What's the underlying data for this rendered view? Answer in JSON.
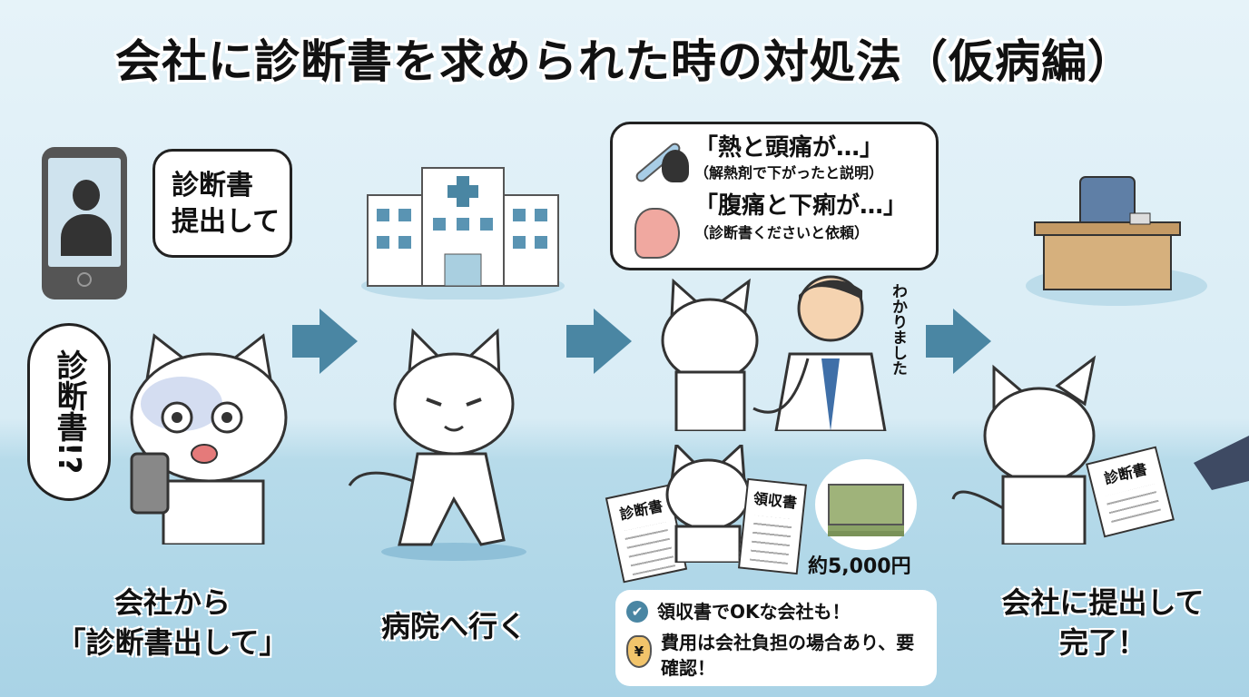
{
  "title": "会社に診断書を求められた時の対処法（仮病編）",
  "step1": {
    "phone_bubble": [
      "診断書",
      "提出して"
    ],
    "cat_bubble": "診断書!?",
    "caption": [
      "会社から",
      "「診断書出して」"
    ]
  },
  "step2": {
    "caption": "病院へ行く"
  },
  "step3": {
    "speech": [
      {
        "quote": "「熱と頭痛が…」",
        "note": "（解熱剤で下がったと説明）"
      },
      {
        "quote": "「腹痛と下痢が…」",
        "note": "（診断書くださいと依頼）"
      }
    ],
    "doctor": "わかりました",
    "doc_label": "診断書",
    "receipt_label": "領収書",
    "cost": "約5,000円",
    "tips": [
      {
        "icon": "check-icon",
        "text": "領収書でOKな会社も！"
      },
      {
        "icon": "money-bag-icon",
        "text": "費用は会社負担の場合あり、要確認！"
      }
    ]
  },
  "step4": {
    "caption": [
      "会社に提出して",
      "完了！"
    ],
    "doc_label": "診断書"
  },
  "colors": {
    "arrow": "#4a86a3",
    "check": "#4a86a3",
    "bag": "#f2c46b"
  }
}
